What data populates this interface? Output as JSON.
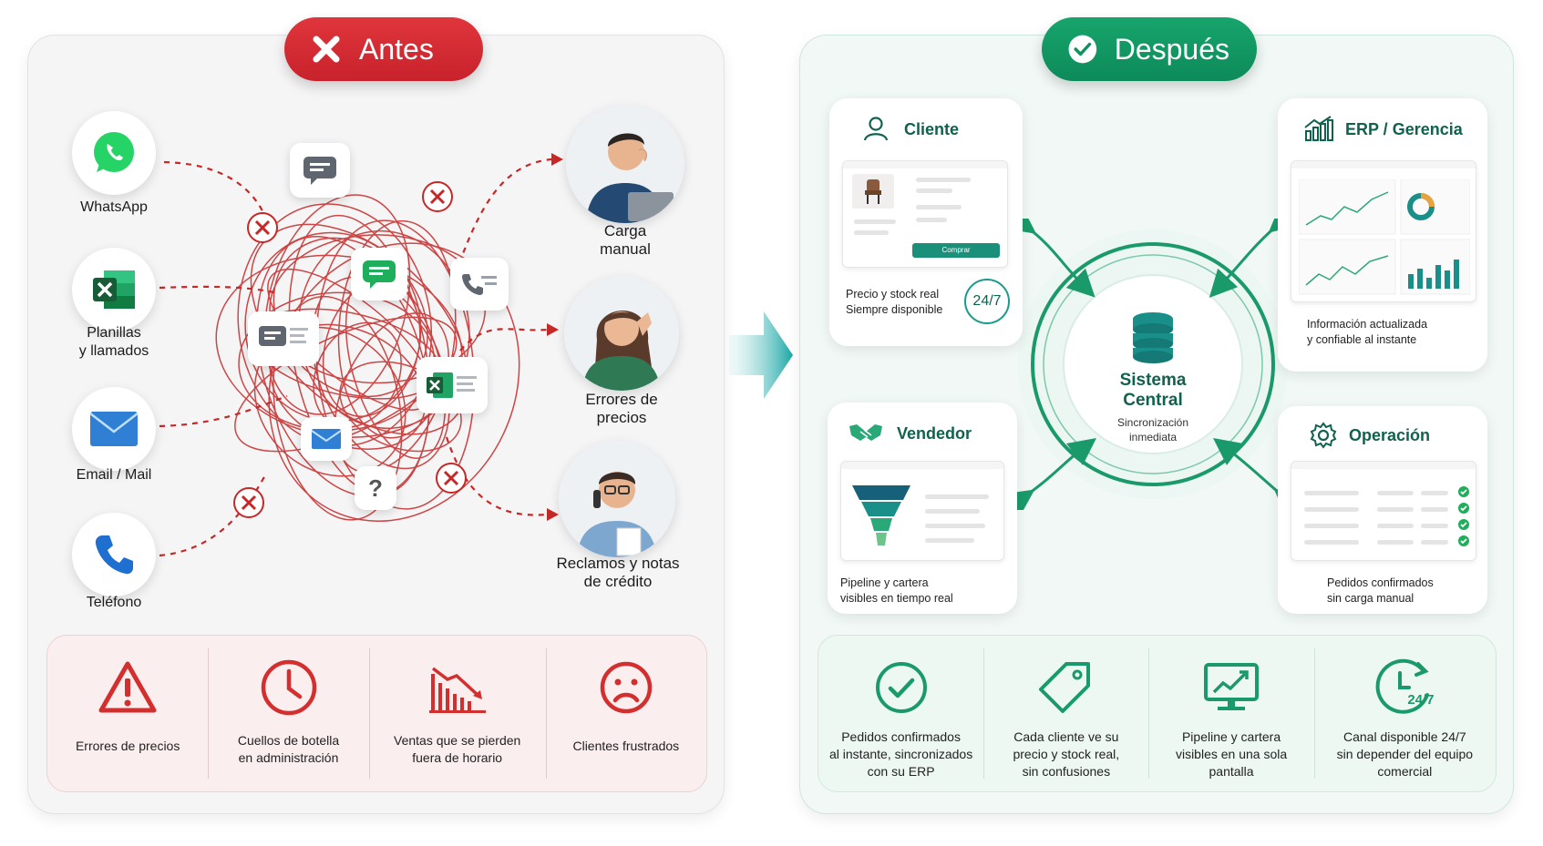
{
  "before": {
    "title": "Antes",
    "sources": [
      {
        "label": "WhatsApp",
        "icon": "whatsapp-icon"
      },
      {
        "label": "Planillas\ny llamados",
        "icon": "excel-icon"
      },
      {
        "label": "Email / Mail",
        "icon": "mail-icon"
      },
      {
        "label": "Teléfono",
        "icon": "phone-icon"
      }
    ],
    "outcomes": [
      {
        "label": "Carga\nmanual"
      },
      {
        "label": "Errores de\nprecios"
      },
      {
        "label": "Reclamos y notas\nde crédito"
      }
    ],
    "bubble_question": "?",
    "problems": [
      {
        "label": "Errores de precios",
        "icon": "warning-icon"
      },
      {
        "label": "Cuellos de botella\nen administración",
        "icon": "clock-icon"
      },
      {
        "label": "Ventas que se pierden\nfuera de horario",
        "icon": "chart-down-icon"
      },
      {
        "label": "Clientes frustrados",
        "icon": "sad-face-icon"
      }
    ]
  },
  "after": {
    "title": "Después",
    "central": {
      "title": "Sistema\nCentral",
      "subtitle": "Sincronización\ninmediata"
    },
    "cards": {
      "cliente": {
        "title": "Cliente",
        "text": "Precio y stock real\nSiempre disponible",
        "badge": "24/7",
        "button": "Comprar"
      },
      "erp": {
        "title": "ERP / Gerencia",
        "text": "Información actualizada\ny confiable al instante"
      },
      "vendedor": {
        "title": "Vendedor",
        "text": "Pipeline y cartera\nvisibles en tiempo real"
      },
      "operacion": {
        "title": "Operación",
        "text": "Pedidos confirmados\nsin carga manual"
      }
    },
    "benefits": [
      {
        "label": "Pedidos confirmados\nal instante, sincronizados\ncon su ERP",
        "icon": "check-circle-icon"
      },
      {
        "label": "Cada cliente ve su\nprecio y stock real,\nsin confusiones",
        "icon": "price-tag-icon"
      },
      {
        "label": "Pipeline y cartera\nvisibles en una sola\npantalla",
        "icon": "monitor-chart-icon"
      },
      {
        "label": "Canal disponible 24/7\nsin depender del equipo\ncomercial",
        "icon": "clock-247-icon",
        "badge": "24/7"
      }
    ]
  },
  "colors": {
    "red": "#d32f2f",
    "green": "#129160",
    "teal": "#1a9a8c",
    "dark_green": "#11614f"
  }
}
